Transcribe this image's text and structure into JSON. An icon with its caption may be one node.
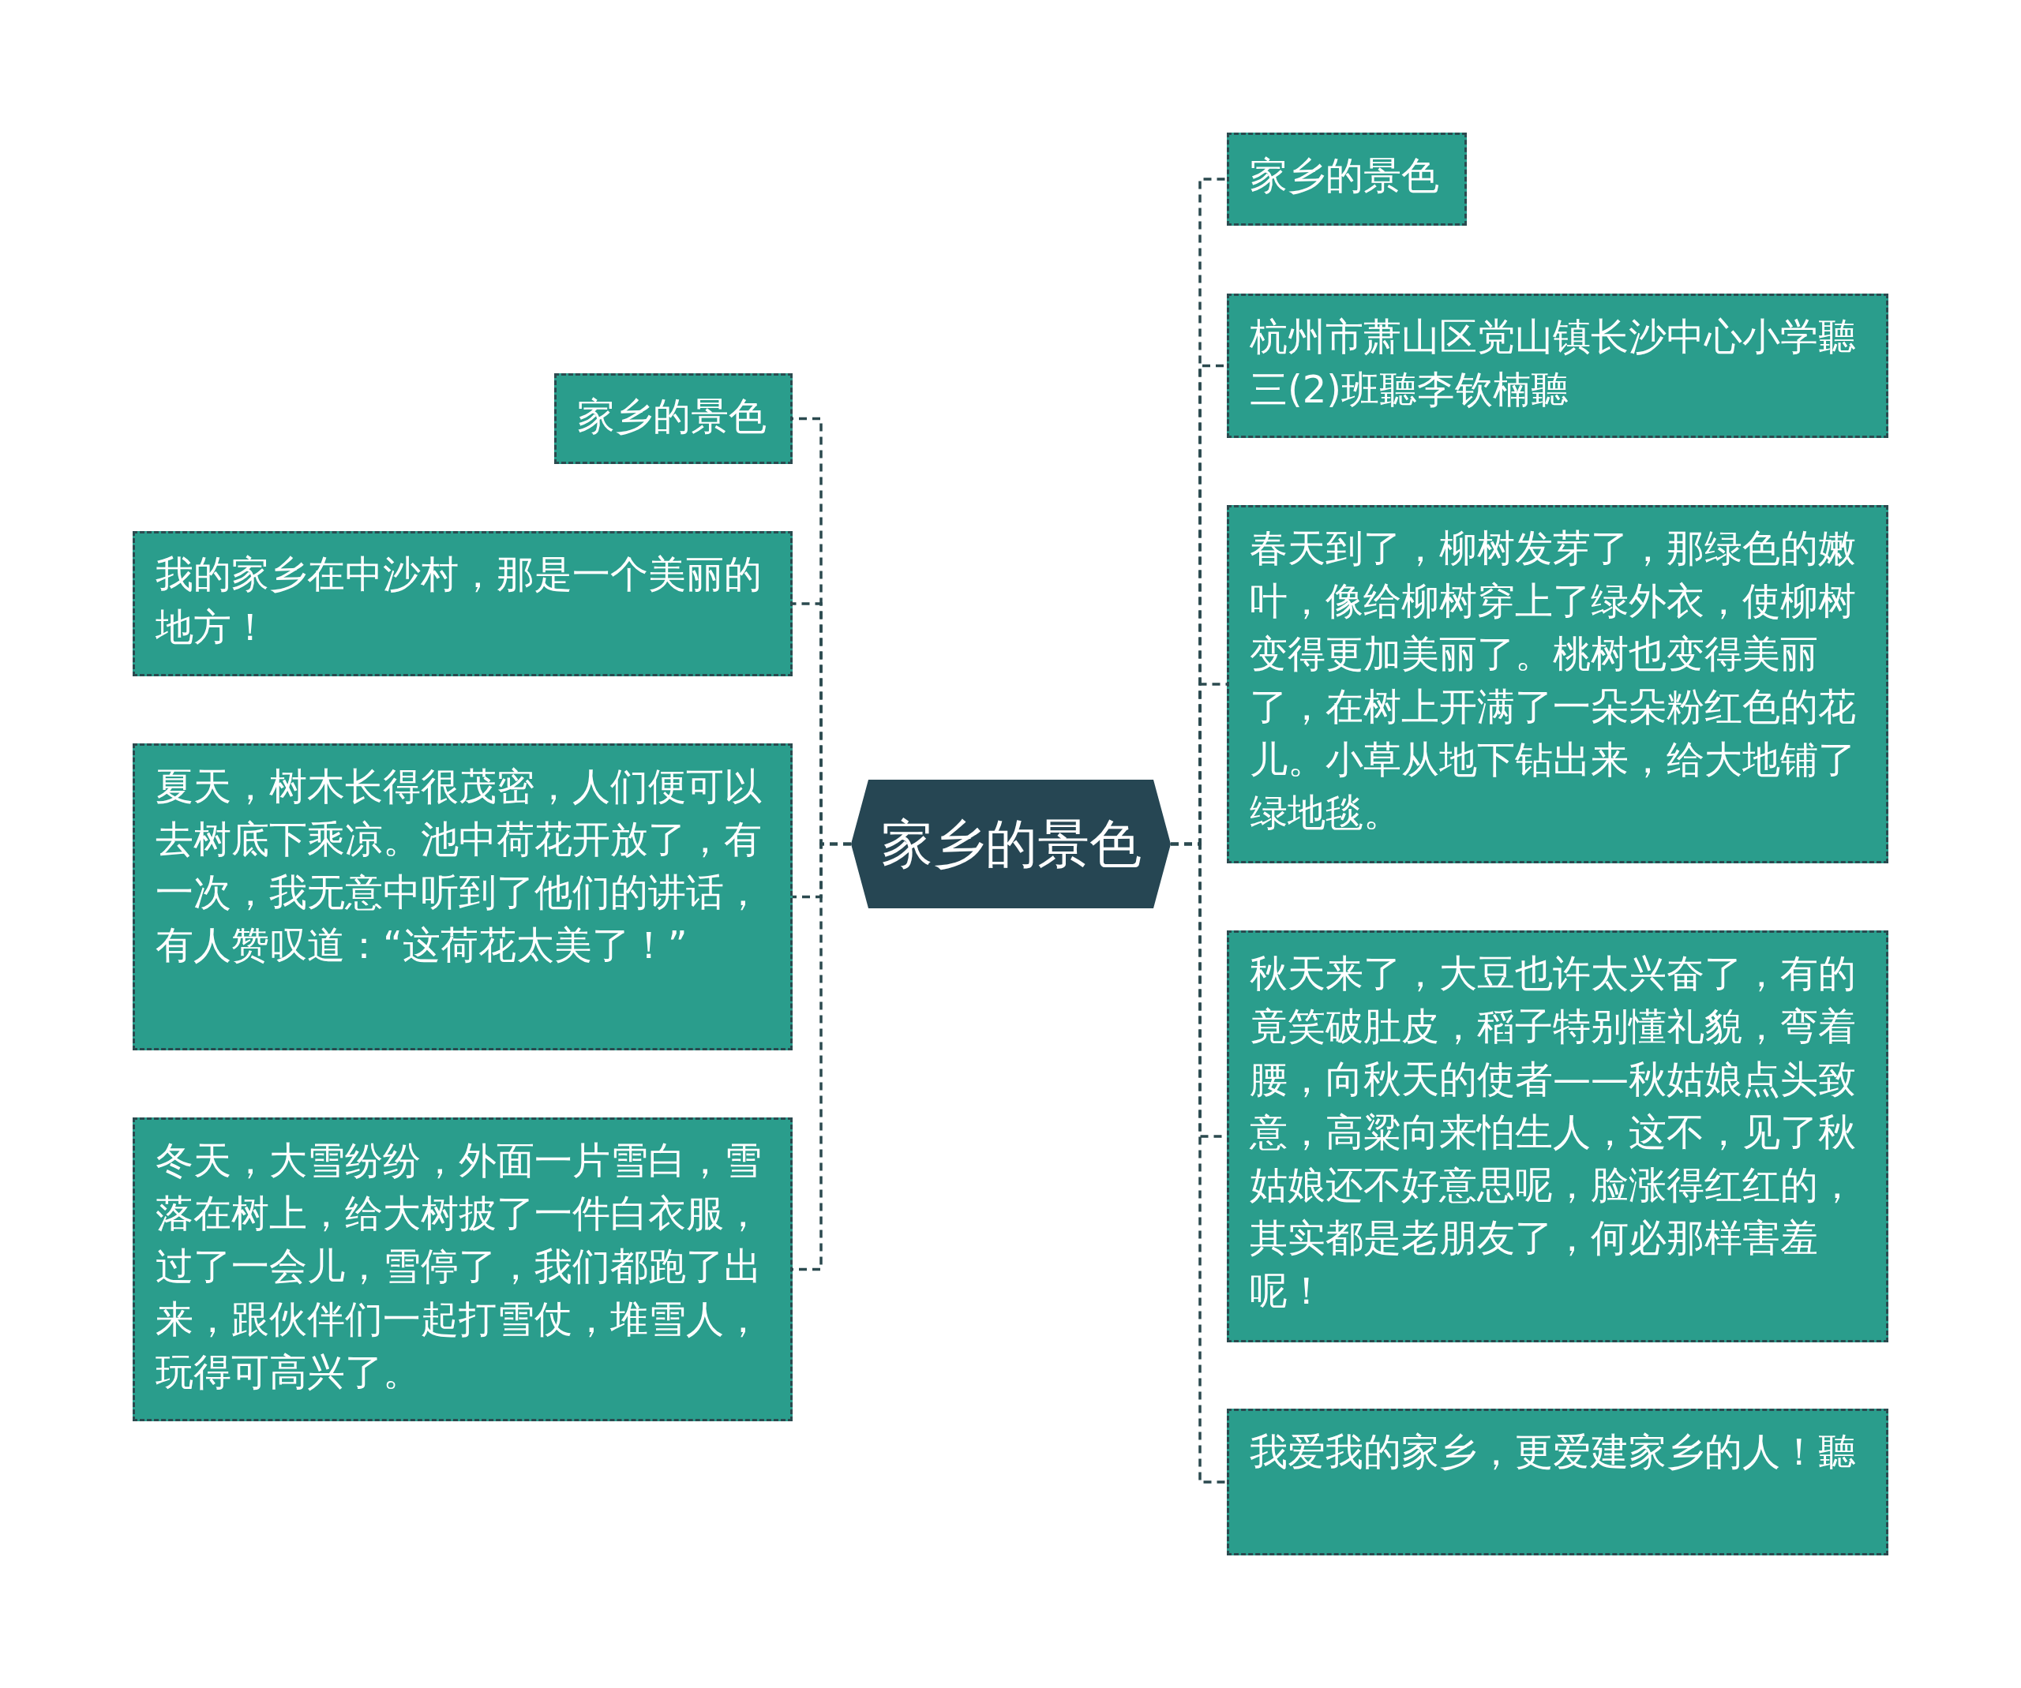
{
  "diagram": {
    "nodes": [
      {
        "text": [
          "家乡的景色"
        ]
      },
      {
        "text": [
          "家乡的景色"
        ]
      },
      {
        "text": [
          "我的家乡在中沙村，那是一个美丽的地方！"
        ]
      },
      {
        "text": [
          "夏天，树木长得很茂密，人们便可以去树底下乘凉。池中荷花开放了，有一次，我无意中听到了他们的讲话，有人赞叹道：“这荷花太美了！”"
        ]
      },
      {
        "text": [
          "冬天，大雪纷纷，外面一片雪白，雪落在树上，给大树披了一件白衣服，过了一会儿，雪停了，我们都跑了出来，跟伙伴们一起打雪仗，堆雪人，玩得可高兴了。"
        ]
      },
      {
        "text": [
          "家乡的景色"
        ]
      },
      {
        "text": [
          "杭州市萧山区党山镇长沙中心小学聽三(2)班聽李钦楠聽"
        ]
      },
      {
        "text": [
          "春天到了，柳树发芽了，那绿色的嫩叶，像给柳树穿上了绿外衣，使柳树变得更加美丽了。桃树也变得美丽了，在树上开满了一朵朵粉红色的花儿。小草从地下钻出来，给大地铺了绿地毯。"
        ]
      },
      {
        "text": [
          "秋天来了，大豆也许太兴奋了，有的竟笑破肚皮，稻子特别懂礼貌，弯着腰，向秋天的使者——秋姑娘点头致意，高粱向来怕生人，这不，见了秋姑娘还不好意思呢，脸涨得红红的，其实都是老朋友了，何必那样害羞呢！"
        ]
      },
      {
        "text": [
          "我爱我的家乡，更爱建家乡的人！聽"
        ]
      }
    ],
    "edges": [
      {
        "from": 0,
        "to": 1,
        "arrow": "none"
      },
      {
        "from": 0,
        "to": 2,
        "arrow": "none"
      },
      {
        "from": 0,
        "to": 3,
        "arrow": "none"
      },
      {
        "from": 0,
        "to": 4,
        "arrow": "none"
      },
      {
        "from": 0,
        "to": 5,
        "arrow": "none"
      },
      {
        "from": 0,
        "to": 6,
        "arrow": "none"
      },
      {
        "from": 0,
        "to": 7,
        "arrow": "none"
      },
      {
        "from": 0,
        "to": 8,
        "arrow": "none"
      },
      {
        "from": 0,
        "to": 9,
        "arrow": "none"
      }
    ]
  }
}
